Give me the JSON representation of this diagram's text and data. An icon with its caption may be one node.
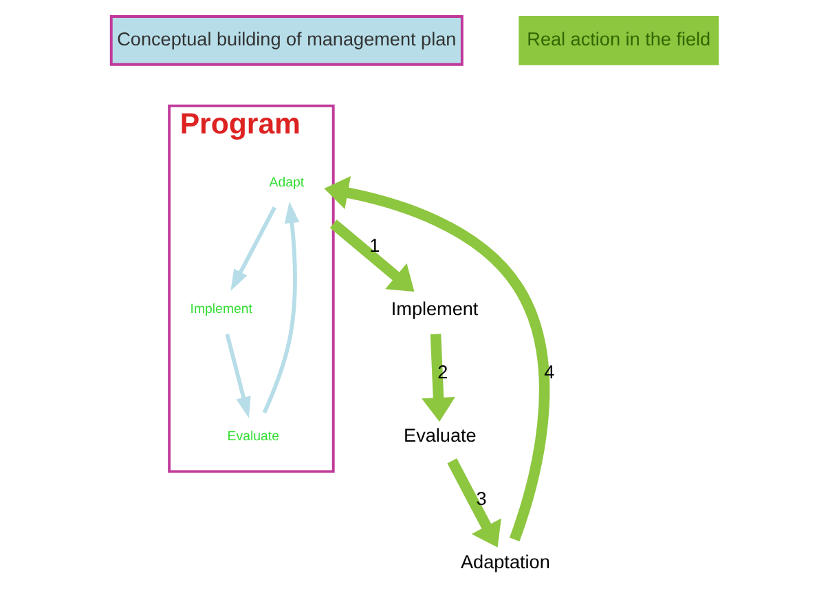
{
  "diagram": {
    "nodes": [
      {
        "text": [
          "Conceptual building of management plan"
        ]
      },
      {
        "text": [
          "Program"
        ]
      },
      {
        "text": [
          "Adapt"
        ],
        "in": 1
      },
      {
        "text": [
          "Implement"
        ],
        "in": 1
      },
      {
        "text": [
          "Evaluate"
        ],
        "in": 1
      },
      {
        "text": [
          "Real action in the field"
        ]
      },
      {
        "text": [
          "Implement"
        ]
      },
      {
        "text": [
          "Evaluate"
        ]
      },
      {
        "text": [
          "Adaptation"
        ]
      }
    ],
    "edges": [
      {
        "from": 1,
        "to": 6,
        "arrow": "to",
        "label": "1",
        "color": "#8dc63f"
      },
      {
        "from": 6,
        "to": 7,
        "arrow": "to",
        "label": "2",
        "color": "#8dc63f"
      },
      {
        "from": 7,
        "to": 8,
        "arrow": "to",
        "label": "3",
        "color": "#8dc63f"
      },
      {
        "from": 8,
        "to": 1,
        "arrow": "to",
        "label": "4",
        "color": "#8dc63f"
      },
      {
        "from": 2,
        "to": 3,
        "arrow": "to",
        "color": "#b7dde8"
      },
      {
        "from": 3,
        "to": 4,
        "arrow": "to",
        "color": "#b7dde8"
      },
      {
        "from": 4,
        "to": 2,
        "arrow": "to",
        "color": "#b7dde8"
      }
    ]
  }
}
